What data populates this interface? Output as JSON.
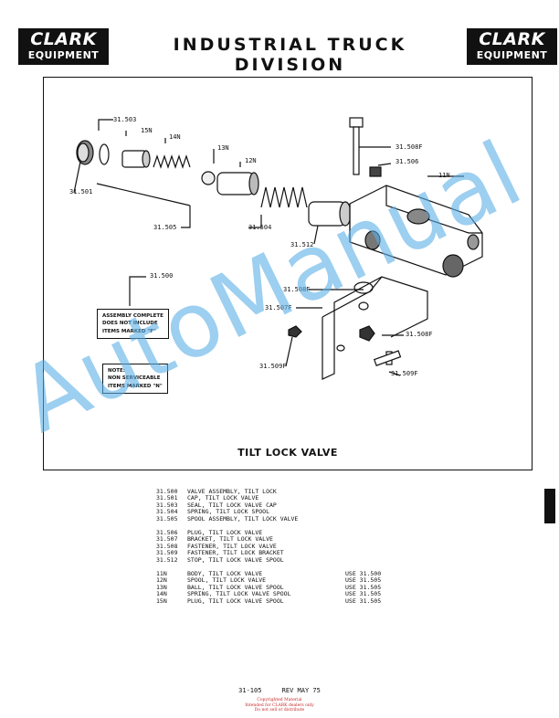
{
  "header": {
    "logo_line1": "CLARK",
    "logo_line2": "EQUIPMENT",
    "title": "INDUSTRIAL TRUCK DIVISION"
  },
  "diagram": {
    "labels": {
      "l31503": "31.503",
      "l15n": "15N",
      "l14n": "14N",
      "l13n": "13N",
      "l12n": "12N",
      "l31501": "31.501",
      "l31505": "31.505",
      "l31504": "31.504",
      "l31512": "31.512",
      "l31508f_top": "31.508F",
      "l31506": "31.506",
      "l11n": "11N",
      "l31500": "31.500",
      "l31508f_mid": "31.508F",
      "l31507f": "31.507F",
      "l31509f_left": "31.509F",
      "l31508f_right": "31.508F",
      "l31509f_right": "31.509F"
    },
    "note_box": {
      "line1": "ASSEMBLY COMPLETE",
      "line2": "DOES NOT INCLUDE",
      "line3": "ITEMS MARKED \"F\""
    },
    "note_box2": {
      "line1": "NOTE:",
      "line2": "NON SERVICEABLE",
      "line3": "ITEMS MARKED \"N\""
    },
    "caption": "TILT LOCK VALVE"
  },
  "parts": {
    "group1": [
      {
        "no": "31.500",
        "desc": "VALVE ASSEMBLY, TILT LOCK",
        "use": ""
      },
      {
        "no": "31.501",
        "desc": "CAP, TILT LOCK VALVE",
        "use": ""
      },
      {
        "no": "31.503",
        "desc": "SEAL, TILT LOCK VALVE CAP",
        "use": ""
      },
      {
        "no": "31.504",
        "desc": "SPRING, TILT LOCK SPOOL",
        "use": ""
      },
      {
        "no": "31.505",
        "desc": "SPOOL ASSEMBLY, TILT LOCK VALVE",
        "use": ""
      }
    ],
    "group2": [
      {
        "no": "31.506",
        "desc": "PLUG, TILT LOCK VALVE",
        "use": ""
      },
      {
        "no": "31.507",
        "desc": "BRACKET, TILT LOCK VALVE",
        "use": ""
      },
      {
        "no": "31.508",
        "desc": "FASTENER, TILT LOCK VALVE",
        "use": ""
      },
      {
        "no": "31.509",
        "desc": "FASTENER, TILT LOCK BRACKET",
        "use": ""
      },
      {
        "no": "31.512",
        "desc": "STOP, TILT LOCK VALVE SPOOL",
        "use": ""
      }
    ],
    "group3": [
      {
        "no": "11N",
        "desc": "BODY, TILT LOCK VALVE",
        "use": "USE 31.500"
      },
      {
        "no": "12N",
        "desc": "SPOOL, TILT LOCK VALVE",
        "use": "USE 31.505"
      },
      {
        "no": "13N",
        "desc": "BALL, TILT LOCK VALVE SPOOL",
        "use": "USE 31.505"
      },
      {
        "no": "14N",
        "desc": "SPRING, TILT LOCK VALVE SPOOL",
        "use": "USE 31.505"
      },
      {
        "no": "15N",
        "desc": "PLUG, TILT LOCK VALVE SPOOL",
        "use": "USE 31.505"
      }
    ]
  },
  "footer": {
    "code": "31-105",
    "rev": "REV MAY 75",
    "copyright1": "Copyrighted Material",
    "copyright2": "Intended for CLARK dealers only",
    "copyright3": "Do not sell or distribute"
  },
  "watermark": "AutoManual",
  "colors": {
    "ink": "#111111",
    "watermark": "#5aafe6",
    "copyright": "#c62828"
  }
}
